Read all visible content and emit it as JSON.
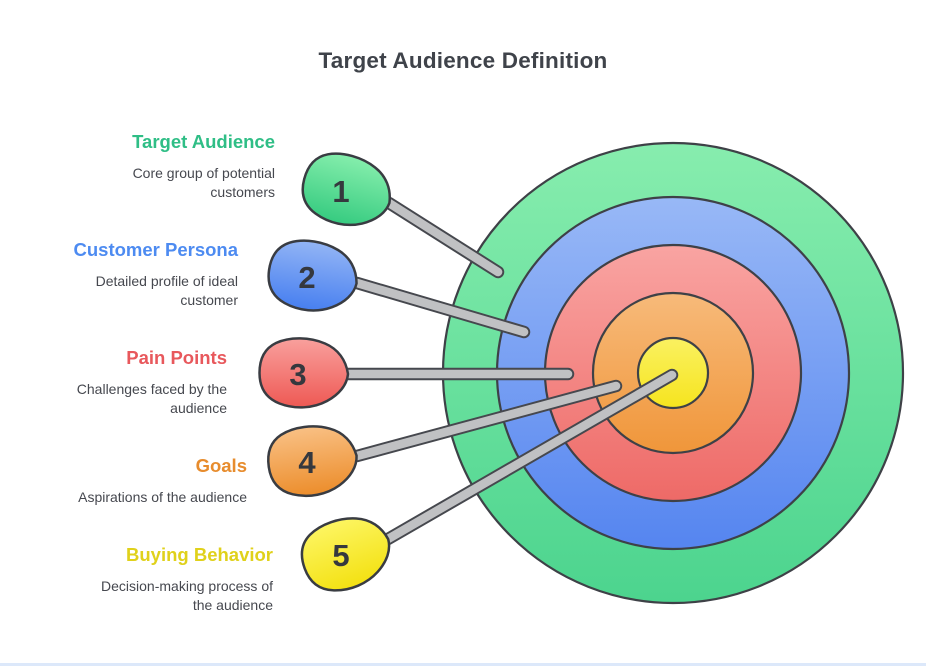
{
  "title": "Target Audience Definition",
  "items": [
    {
      "num": "1",
      "label": "Target Audience",
      "color": "#2fbe86",
      "desc_line1": "Core group of potential",
      "desc_line2": "customers",
      "ring_hit": "outer-green-ring"
    },
    {
      "num": "2",
      "label": "Customer Persona",
      "color": "#4d8bf1",
      "desc_line1": "Detailed profile of ideal",
      "desc_line2": "customer",
      "ring_hit": "blue-ring"
    },
    {
      "num": "3",
      "label": "Pain Points",
      "color": "#e8585c",
      "desc_line1": "Challenges faced by the",
      "desc_line2": "audience",
      "ring_hit": "red-ring"
    },
    {
      "num": "4",
      "label": "Goals",
      "color": "#e78c2d",
      "desc_line1": "Aspirations of the audience",
      "desc_line2": "",
      "ring_hit": "orange-ring"
    },
    {
      "num": "5",
      "label": "Buying Behavior",
      "color": "#e0d11b",
      "desc_line1": "Decision-making process of",
      "desc_line2": "the audience",
      "ring_hit": "yellow-bullseye"
    }
  ],
  "target": {
    "ring_colors_outer_to_inner": [
      "green",
      "blue",
      "red",
      "orange",
      "yellow"
    ],
    "ring_count": 5
  },
  "palette": {
    "ring_green": "#4cd48e",
    "ring_blue": "#5585f0",
    "ring_red": "#ee6a67",
    "ring_orange": "#f0963a",
    "ring_yellow": "#f6e41e",
    "stick_gray": "#c0c1c3",
    "outline_dark": "#3e4147",
    "title_color": "#3f434a",
    "description_color": "#46484f",
    "bottom_accent_line": "#dce8fa"
  }
}
